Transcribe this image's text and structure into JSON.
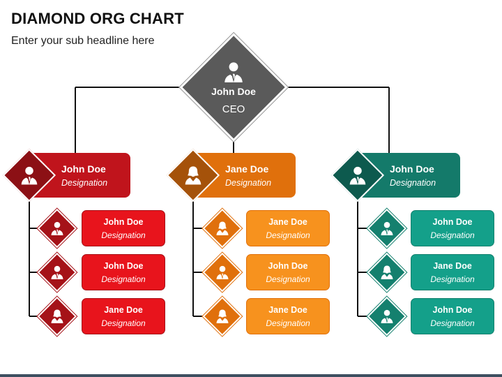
{
  "title": "DIAMOND ORG CHART",
  "subtitle": "Enter your sub headline here",
  "ceo": {
    "name": "John Doe",
    "role": "CEO"
  },
  "departments": [
    {
      "head": {
        "name": "John Doe",
        "designation": "Designation"
      },
      "members": [
        {
          "name": "John Doe",
          "designation": "Designation"
        },
        {
          "name": "John Doe",
          "designation": "Designation"
        },
        {
          "name": "Jane Doe",
          "designation": "Designation"
        }
      ]
    },
    {
      "head": {
        "name": "Jane Doe",
        "designation": "Designation"
      },
      "members": [
        {
          "name": "Jane Doe",
          "designation": "Designation"
        },
        {
          "name": "John Doe",
          "designation": "Designation"
        },
        {
          "name": "Jane Doe",
          "designation": "Designation"
        }
      ]
    },
    {
      "head": {
        "name": "John Doe",
        "designation": "Designation"
      },
      "members": [
        {
          "name": "John Doe",
          "designation": "Designation"
        },
        {
          "name": "Jane Doe",
          "designation": "Designation"
        },
        {
          "name": "John Doe",
          "designation": "Designation"
        }
      ]
    }
  ],
  "colors": {
    "ceo": "#5a5a5a",
    "dept": [
      {
        "head": "#c0141c",
        "headDiamond": "#8c1015",
        "member": "#e8141c",
        "memberDiamond": "#a51218"
      },
      {
        "head": "#e0700c",
        "headDiamond": "#a5520a",
        "member": "#f7921e",
        "memberDiamond": "#e0700c"
      },
      {
        "head": "#147a6a",
        "headDiamond": "#0d5a4e",
        "member": "#14a08a",
        "memberDiamond": "#14806e"
      }
    ]
  }
}
